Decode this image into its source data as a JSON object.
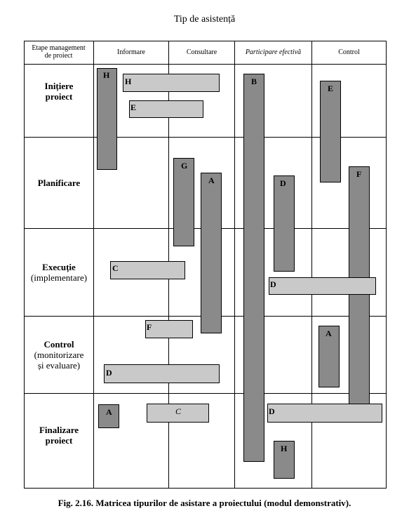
{
  "title": "Tip de asistență",
  "caption": "Fig. 2.16. Matricea tipurilor de asistare a proiectului (modul demonstrativ).",
  "headers": {
    "corner_line1": "Etape management",
    "corner_line2": "de proiect",
    "col1": "Informare",
    "col2": "Consultare",
    "col3": "Participare efectivă",
    "col4": "Control"
  },
  "rows": [
    {
      "bold": "Inițiere",
      "bold2": "proiect",
      "normal": ""
    },
    {
      "bold": "Planificare",
      "bold2": "",
      "normal": ""
    },
    {
      "bold": "Execuție",
      "bold2": "",
      "normal": "(implementare)"
    },
    {
      "bold": "Control",
      "bold2": "",
      "normal": "(monitorizare",
      "normal2": "și evaluare)"
    },
    {
      "bold": "Finalizare",
      "bold2": "proiect",
      "normal": ""
    }
  ],
  "bars": {
    "b01": "H",
    "b02": "H",
    "b03": "E",
    "b04": "B",
    "b05": "E",
    "b06": "G",
    "b07": "A",
    "b08": "D",
    "b09": "F",
    "b10": "C",
    "b11": "D",
    "b12": "F",
    "b13": "A",
    "b14": "D",
    "b15": "A",
    "b16": "C",
    "b17": "D",
    "b18": "H"
  },
  "colors": {
    "dark_bar": "#8a8a8a",
    "light_bar": "#c9c9c9"
  }
}
